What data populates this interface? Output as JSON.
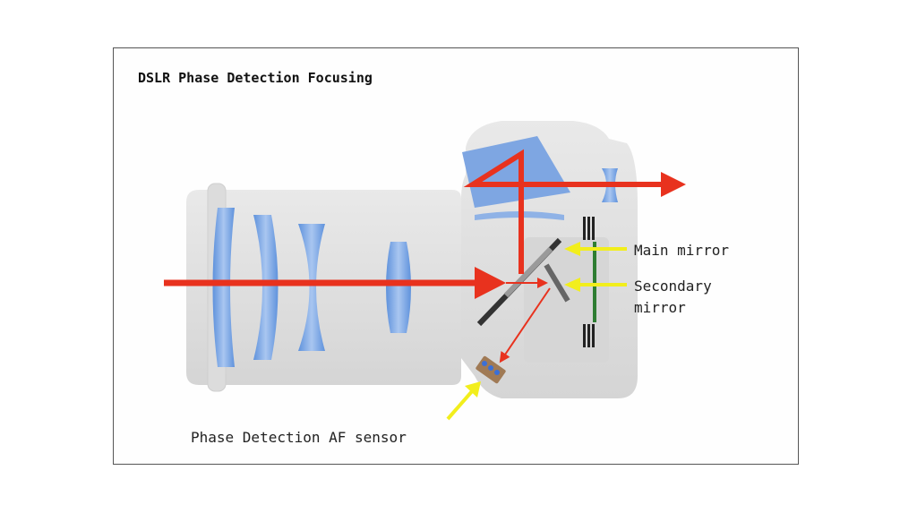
{
  "diagram": {
    "title": "DSLR Phase Detection Focusing",
    "labels": {
      "main_mirror": "Main mirror",
      "secondary_mirror_line1": "Secondary",
      "secondary_mirror_line2": "mirror",
      "af_sensor": "Phase Detection AF sensor"
    },
    "colors": {
      "light_ray": "#e8321e",
      "pointer_arrow": "#f2ee1c",
      "camera_body": "#dedede",
      "lens_element": "#6f9fe0",
      "sensor_line": "#2e7d32",
      "af_sensor": "#a07a55"
    }
  }
}
